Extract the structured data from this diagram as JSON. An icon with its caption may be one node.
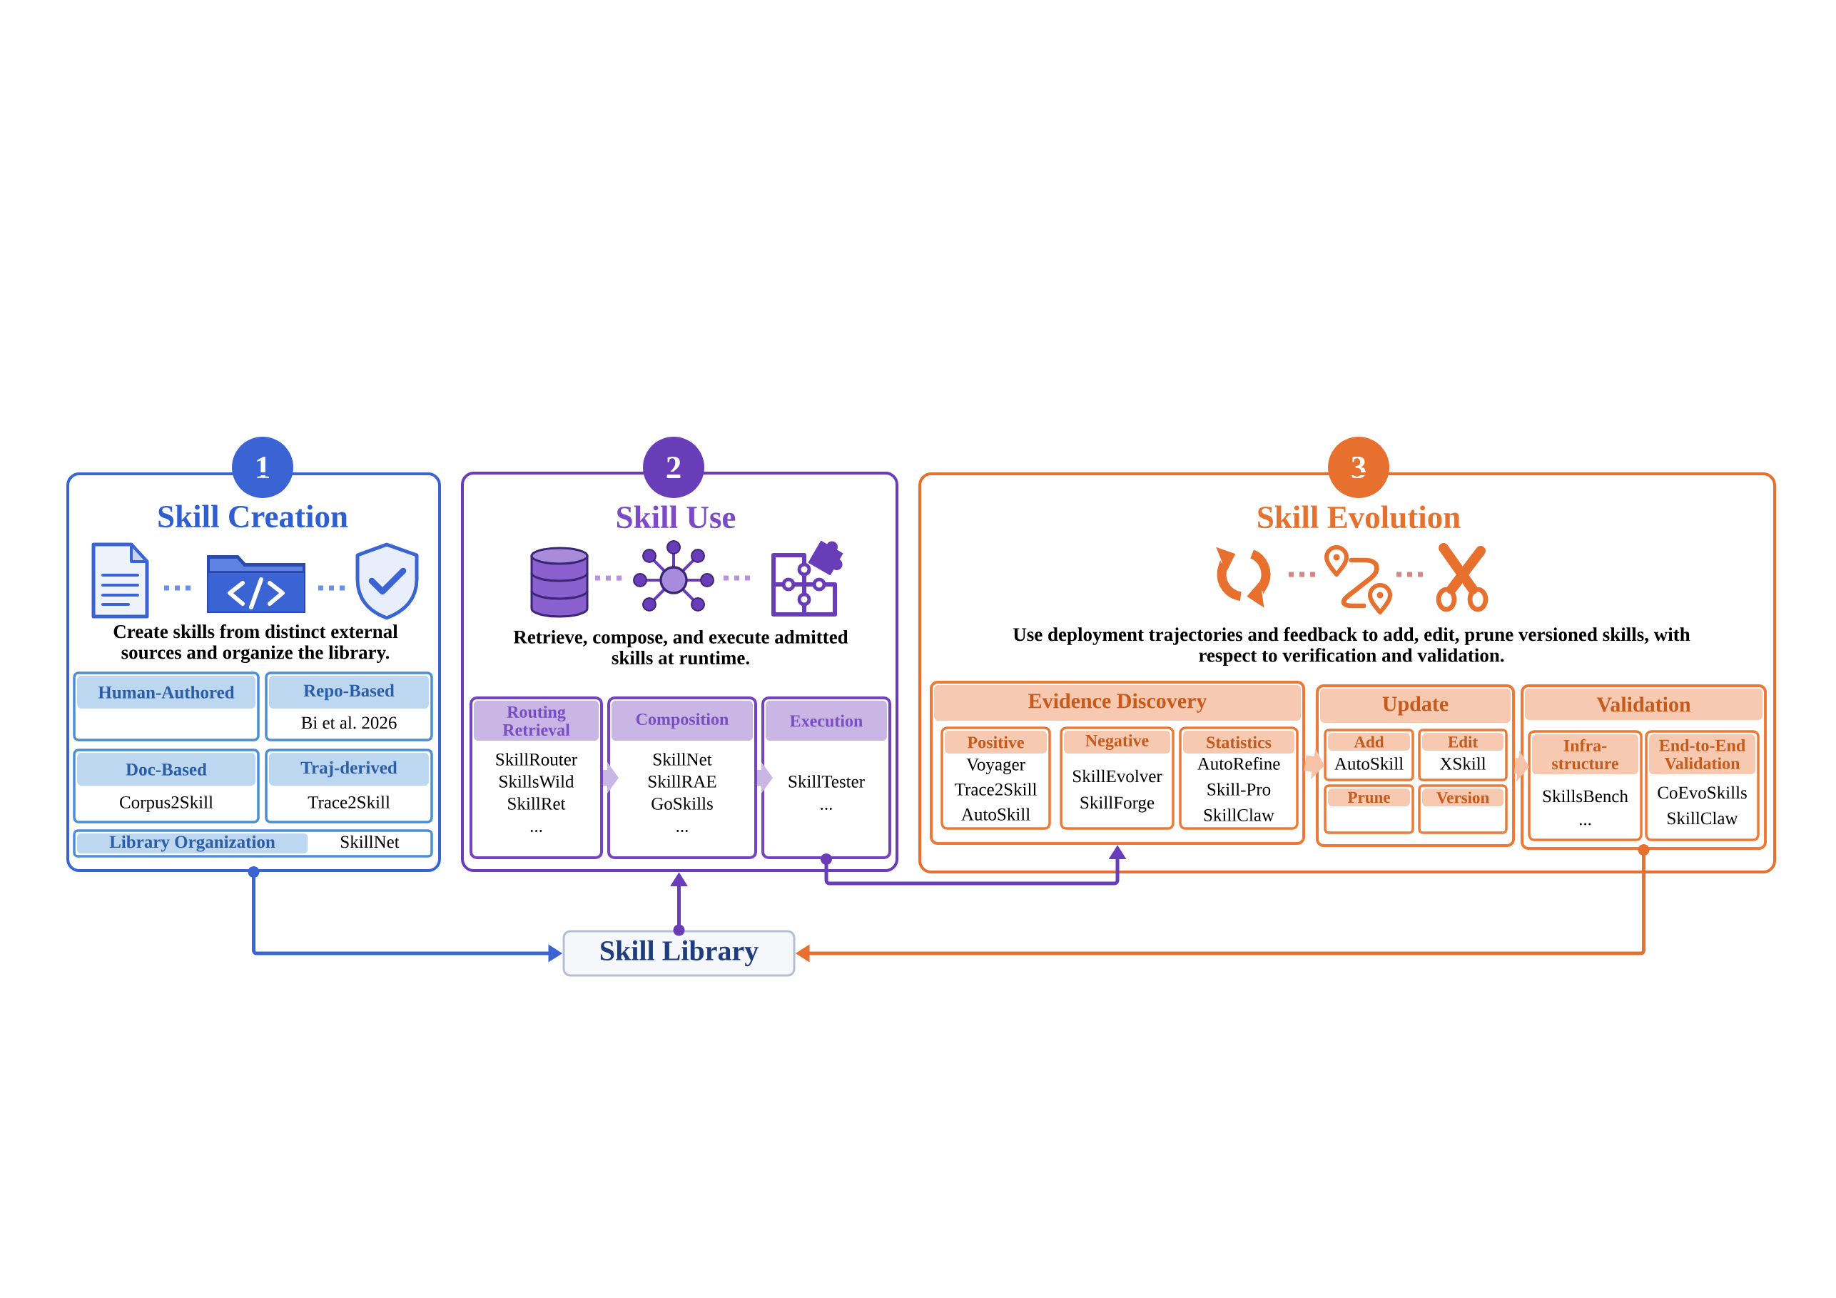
{
  "diagram": {
    "nodes": [
      {
        "text": [
          "1"
        ]
      },
      {
        "text": [
          "Skill Creation",
          "Create skills from distinct external sources and organize the library."
        ]
      },
      {
        "text": [
          "Human-Authored"
        ],
        "in": 1
      },
      {
        "text": [
          "Repo-Based",
          "Bi et al. 2026"
        ],
        "in": 1
      },
      {
        "text": [
          "Doc-Based",
          "Corpus2Skill"
        ],
        "in": 1
      },
      {
        "text": [
          "Traj-derived",
          "Trace2Skill"
        ],
        "in": 1
      },
      {
        "text": [
          "Library Organization",
          "SkillNet"
        ],
        "in": 1
      },
      {
        "text": [
          "2"
        ]
      },
      {
        "text": [
          "Skill Use",
          "Retrieve, compose, and execute admitted skills at runtime."
        ]
      },
      {
        "text": [
          "Routing Retrieval",
          "SkillRouter",
          "SkillsWild",
          "SkillRet",
          "..."
        ],
        "in": 8
      },
      {
        "text": [
          "Composition",
          "SkillNet",
          "SkillRAE",
          "GoSkills",
          "..."
        ],
        "in": 8
      },
      {
        "text": [
          "Execution",
          "SkillTester",
          "..."
        ],
        "in": 8
      },
      {
        "text": [
          "3"
        ]
      },
      {
        "text": [
          "Skill Evolution",
          "Use deployment trajectories and feedback to add, edit, prune versioned skills, with respect to verification and validation."
        ]
      },
      {
        "text": [
          "Evidence Discovery"
        ],
        "in": 13
      },
      {
        "text": [
          "Positive",
          "Voyager",
          "Trace2Skill",
          "AutoSkill"
        ],
        "in": 14
      },
      {
        "text": [
          "Negative",
          "SkillEvolver",
          "SkillForge"
        ],
        "in": 14
      },
      {
        "text": [
          "Statistics",
          "AutoRefine",
          "Skill-Pro",
          "SkillClaw"
        ],
        "in": 14
      },
      {
        "text": [
          "Update"
        ],
        "in": 13
      },
      {
        "text": [
          "Add",
          "AutoSkill"
        ],
        "in": 18
      },
      {
        "text": [
          "Edit",
          "XSkill"
        ],
        "in": 18
      },
      {
        "text": [
          "Prune"
        ],
        "in": 18
      },
      {
        "text": [
          "Version"
        ],
        "in": 18
      },
      {
        "text": [
          "Validation"
        ],
        "in": 13
      },
      {
        "text": [
          "Infra- structure",
          "SkillsBench",
          "..."
        ],
        "in": 23
      },
      {
        "text": [
          "End-to-End Validation",
          "CoEvoSkills",
          "SkillClaw"
        ],
        "in": 23
      },
      {
        "text": [
          "Skill Library"
        ]
      }
    ],
    "edges": [
      {
        "from": 1,
        "to": 26,
        "arrow": "to",
        "color": "#3a63d4"
      },
      {
        "from": 26,
        "to": 8,
        "arrow": "to",
        "color": "#6a3db8"
      },
      {
        "from": 11,
        "to": 14,
        "arrow": "to",
        "color": "#6a3db8"
      },
      {
        "from": 23,
        "to": 26,
        "arrow": "to",
        "color": "#e8702e"
      },
      {
        "from": 9,
        "to": 10,
        "arrow": "to",
        "style": "thick",
        "color": "#c9b6e4"
      },
      {
        "from": 10,
        "to": 11,
        "arrow": "to",
        "style": "thick",
        "color": "#c9b6e4"
      },
      {
        "from": 14,
        "to": 18,
        "arrow": "to",
        "style": "thick",
        "color": "#f6c2a8"
      },
      {
        "from": 18,
        "to": 23,
        "arrow": "to",
        "style": "thick",
        "color": "#f6c2a8"
      }
    ]
  }
}
